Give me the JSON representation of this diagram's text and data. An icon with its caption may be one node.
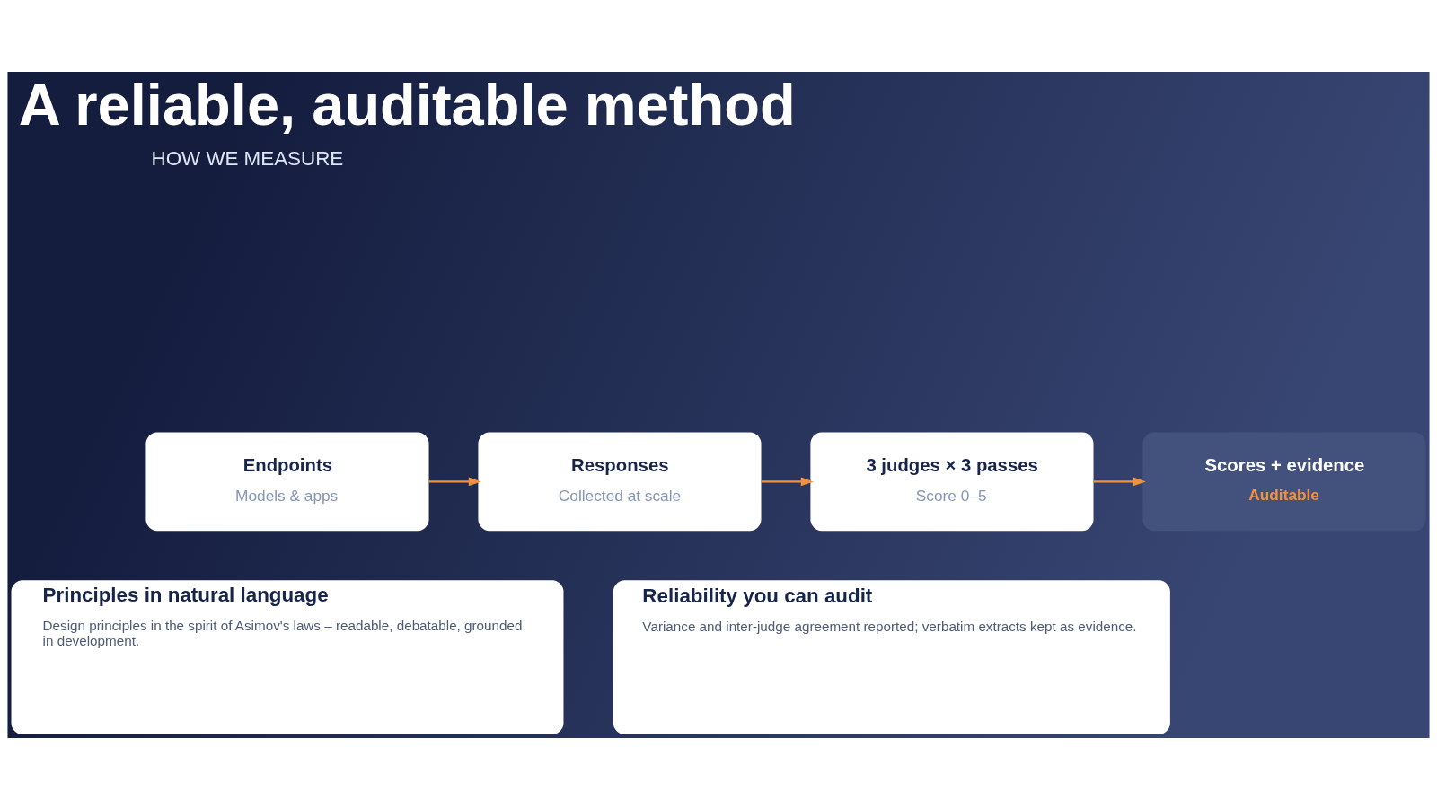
{
  "diagram": {
    "title": "A reliable, auditable method",
    "nodes": [
      {
        "text": [
          "Endpoints",
          "Models & apps"
        ]
      },
      {
        "text": [
          "Responses",
          "Collected at scale"
        ]
      },
      {
        "text": [
          "3 judges × 3 passes",
          "Score 0–5"
        ]
      },
      {
        "text": [
          "Scores + evidence",
          "Auditable"
        ]
      },
      {
        "text": [
          "Principles in natural language",
          "Design principles in the spirit of Asimov's laws – readable, debatable, grounded in development."
        ]
      },
      {
        "text": [
          "Reliability you can audit",
          "Variance and inter-judge agreement reported; verbatim extracts kept as evidence."
        ]
      }
    ],
    "edges": [
      {
        "from": 0,
        "to": 1,
        "arrow": "to"
      },
      {
        "from": 1,
        "to": 2,
        "arrow": "to"
      },
      {
        "from": 2,
        "to": 3,
        "arrow": "to"
      }
    ],
    "labels": [
      "HOW WE MEASURE"
    ]
  }
}
